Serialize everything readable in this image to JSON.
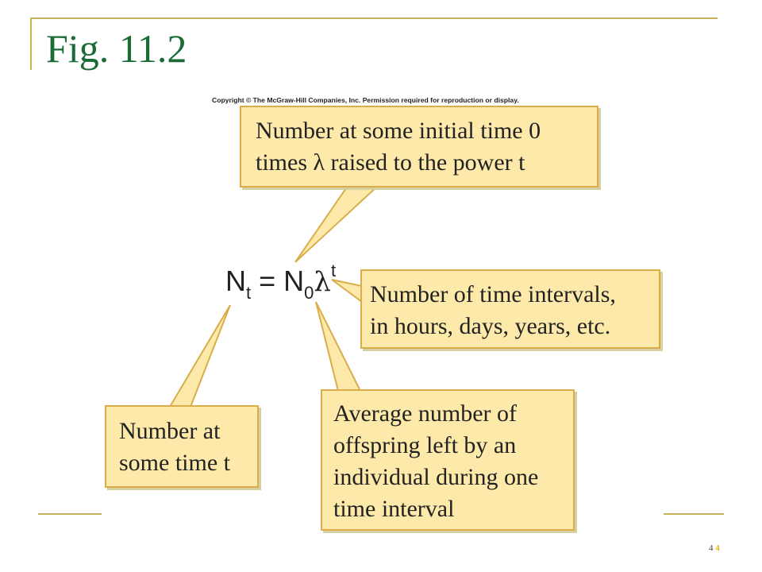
{
  "slide": {
    "title": "Fig. 11.2",
    "copyright": "Copyright © The McGraw-Hill Companies, Inc. Permission required for reproduction or display.",
    "page_number": "4",
    "page_number_accent": "4"
  },
  "equation": {
    "lhs_base": "N",
    "lhs_sub": "t",
    "equals": " = ",
    "rhs_base": "N",
    "rhs_sub": "0",
    "lambda": "λ",
    "exponent": "t"
  },
  "callouts": {
    "initial": {
      "line1": "Number at some initial time 0",
      "line2": "times λ raised to the power t"
    },
    "intervals": {
      "line1": "Number of time intervals,",
      "line2": "in hours, days, years, etc."
    },
    "number_at": {
      "line1": "Number at",
      "line2": "some time t"
    },
    "average": {
      "line1": "Average number of",
      "line2": "offspring left by an",
      "line3": "individual during one",
      "line4": "time interval"
    }
  },
  "colors": {
    "title": "#1a6b35",
    "callout_fill": "#fde9a9",
    "callout_border": "#d9ad4a",
    "frame": "#c8b45a"
  }
}
